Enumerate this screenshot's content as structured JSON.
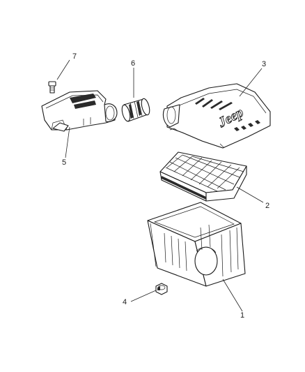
{
  "callouts": [
    {
      "id": "1",
      "label": "1"
    },
    {
      "id": "2",
      "label": "2"
    },
    {
      "id": "3",
      "label": "3"
    },
    {
      "id": "4",
      "label": "4"
    },
    {
      "id": "5",
      "label": "5"
    },
    {
      "id": "6",
      "label": "6"
    },
    {
      "id": "7",
      "label": "7"
    }
  ],
  "cover_logo_text": "Jeep"
}
